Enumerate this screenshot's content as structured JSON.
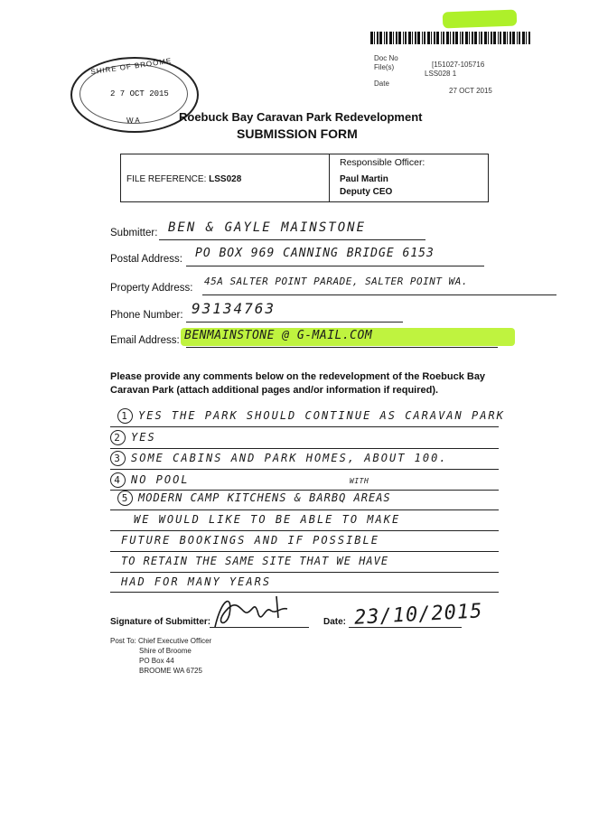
{
  "doc_meta": {
    "doc_no_label": "Doc No",
    "doc_no_value": "[151027-105716",
    "files_label": "File(s)",
    "files_value": "LSS028 1",
    "date_label": "Date",
    "date_value": "27 OCT 2015"
  },
  "stamp": {
    "top_text": "SHIRE OF BROOME",
    "date": "2 7 OCT 2015",
    "bottom_text": "W A"
  },
  "header": {
    "title": "Roebuck Bay Caravan Park Redevelopment",
    "subtitle": "SUBMISSION FORM"
  },
  "ref_box": {
    "file_ref_label": "FILE REFERENCE:",
    "file_ref_value": "LSS028",
    "officer_label": "Responsible Officer:",
    "officer_name": "Paul Martin",
    "officer_title": "Deputy CEO"
  },
  "fields": {
    "submitter_label": "Submitter:",
    "submitter_value": "BEN & GAYLE MAINSTONE",
    "postal_label": "Postal Address:",
    "postal_value": "PO BOX 969 CANNING BRIDGE 6153",
    "property_label": "Property Address:",
    "property_value": "45A SALTER POINT PARADE, SALTER POINT WA.",
    "phone_label": "Phone Number:",
    "phone_value": "93134763",
    "email_label": "Email Address:",
    "email_value": "BENMAINSTONE @ G-MAIL.COM"
  },
  "instructions": "Please provide any comments below on the redevelopment of the Roebuck Bay Caravan Park (attach additional pages and/or information if required).",
  "comments": [
    {
      "num": "1",
      "text": "YES THE PARK SHOULD CONTINUE AS CARAVAN PARK"
    },
    {
      "num": "2",
      "text": "YES"
    },
    {
      "num": "3",
      "text": "SOME CABINS AND PARK HOMES, ABOUT 100."
    },
    {
      "num": "4",
      "text": "NO POOL"
    },
    {
      "num": "5",
      "text": "MODERN CAMP KITCHENS & BARBQ AREAS"
    },
    {
      "num": "",
      "text": "WE WOULD LIKE TO BE ABLE TO MAKE"
    },
    {
      "num": "",
      "text": "FUTURE BOOKINGS AND IF POSSIBLE"
    },
    {
      "num": "",
      "text": "TO RETAIN THE SAME SITE THAT WE HAVE"
    },
    {
      "num": "",
      "text": "HAD FOR MANY YEARS"
    }
  ],
  "comment_insert": "WITH",
  "signature": {
    "label": "Signature of Submitter:",
    "date_label": "Date:",
    "date_value": "23/10/2015"
  },
  "post_to": {
    "label": "Post To:",
    "lines": [
      "Chief Executive Officer",
      "Shire of Broome",
      "PO Box 44",
      "BROOME WA 6725"
    ]
  },
  "colors": {
    "highlight": "#b8f22a",
    "ink": "#1a1a1a"
  }
}
